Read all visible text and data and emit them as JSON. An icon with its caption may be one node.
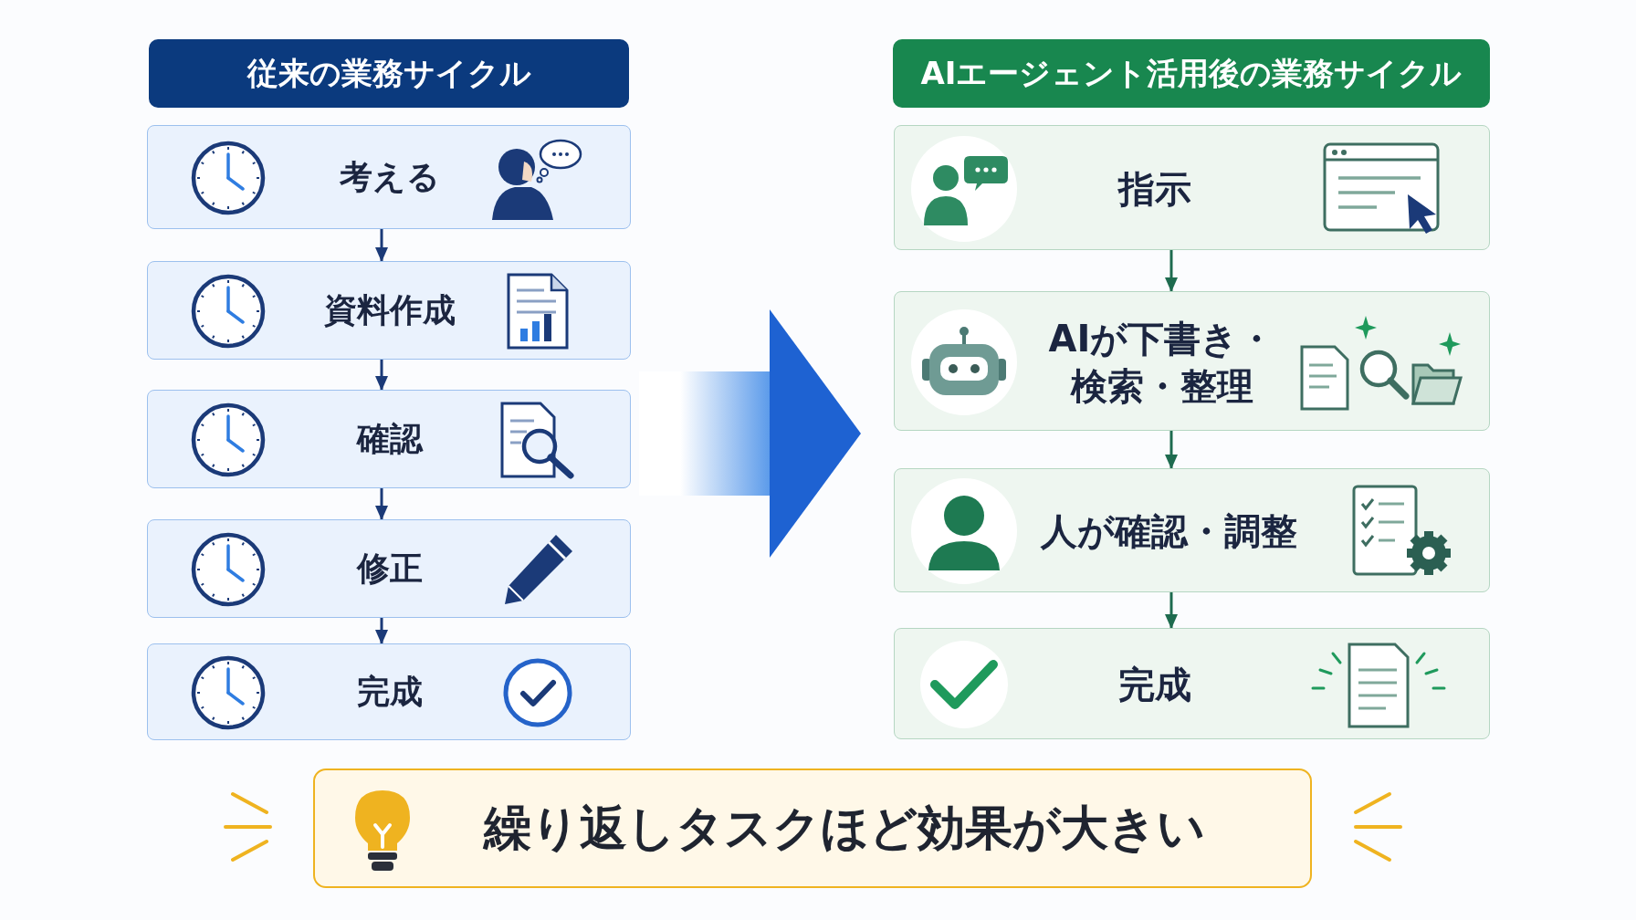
{
  "diagram": {
    "nodes": [
      {
        "text": [
          "従来の業務サイクル"
        ]
      },
      {
        "text": [
          "考える"
        ]
      },
      {
        "text": [
          "資料作成"
        ]
      },
      {
        "text": [
          "確認"
        ]
      },
      {
        "text": [
          "修正"
        ]
      },
      {
        "text": [
          "完成"
        ]
      },
      {
        "text": [
          "AIエージェント活用後の業務サイクル"
        ]
      },
      {
        "text": [
          "指示"
        ]
      },
      {
        "text": [
          "AIが下書き・検索・整理"
        ]
      },
      {
        "text": [
          "人が確認・調整"
        ]
      },
      {
        "text": [
          "完成"
        ]
      },
      {
        "text": [
          "繰り返しタスクほど効果が大きい"
        ]
      }
    ],
    "edges": [
      {
        "from": 1,
        "to": 2,
        "arrow": "to"
      },
      {
        "from": 2,
        "to": 3,
        "arrow": "to"
      },
      {
        "from": 3,
        "to": 4,
        "arrow": "to"
      },
      {
        "from": 4,
        "to": 5,
        "arrow": "to"
      },
      {
        "from": 3,
        "to": 8,
        "arrow": "to",
        "style": "thick",
        "color": "#2f7de1"
      },
      {
        "from": 7,
        "to": 8,
        "arrow": "to",
        "color": "#1e6b4f"
      },
      {
        "from": 8,
        "to": 9,
        "arrow": "to",
        "color": "#1e6b4f"
      },
      {
        "from": 9,
        "to": 10,
        "arrow": "to",
        "color": "#1e6b4f"
      }
    ]
  }
}
